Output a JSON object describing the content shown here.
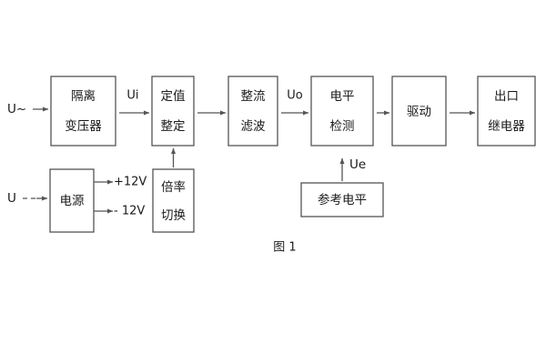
{
  "figure": {
    "caption": "图 1",
    "stroke_color": "#555555",
    "text_color": "#1a1a1a",
    "background": "#ffffff"
  },
  "inputs": {
    "ac_source": "U~",
    "dc_source": "U"
  },
  "blocks": {
    "isolation_transformer": {
      "line1": "隔离",
      "line2": "变压器"
    },
    "setting_value": {
      "line1": "定值",
      "line2": "整定"
    },
    "rectify_filter": {
      "line1": "整流",
      "line2": "滤波"
    },
    "level_detect": {
      "line1": "电平",
      "line2": "检测"
    },
    "drive": {
      "line1": "驱动",
      "line2": ""
    },
    "output_relay": {
      "line1": "出口",
      "line2": "继电器"
    },
    "power_supply": {
      "line1": "电源",
      "line2": ""
    },
    "multiplier_switch": {
      "line1": "倍率",
      "line2": "切换"
    },
    "reference_level": {
      "line1": "参考电平",
      "line2": ""
    }
  },
  "signals": {
    "ui": "Ui",
    "uo": "Uo",
    "ue": "Ue",
    "rail_positive": "+12V",
    "rail_negative": "- 12V"
  }
}
